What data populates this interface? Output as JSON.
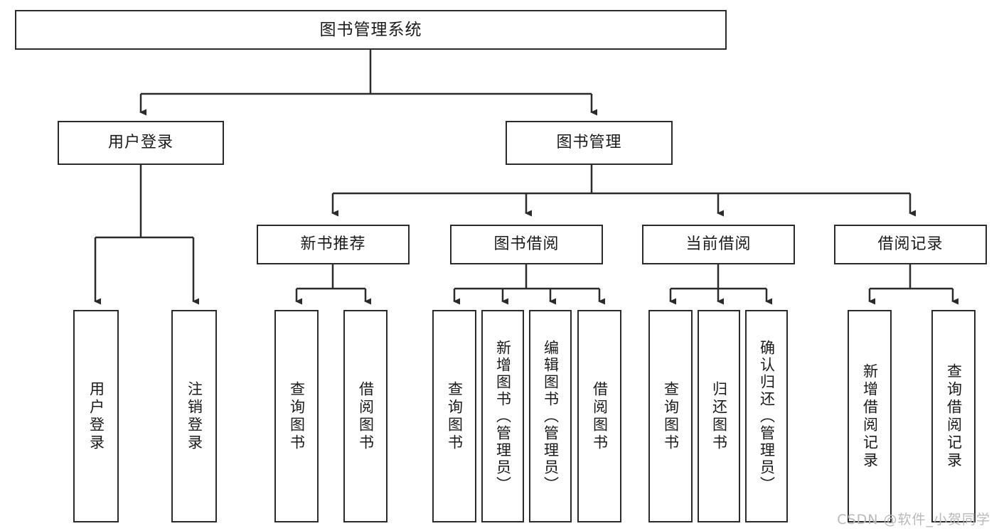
{
  "diagram": {
    "title": "图书管理系统",
    "type": "tree",
    "watermark": "CSDN @软件_小贺同学",
    "colors": {
      "border": "#2b2b2b",
      "background": "#ffffff",
      "text": "#1a1a1a",
      "edge": "#2b2b2b",
      "watermark": "#b9b9b9"
    }
  },
  "nodes": {
    "root": {
      "label": "图书管理系统"
    },
    "level2": [
      {
        "id": "user-login",
        "label": "用户登录"
      },
      {
        "id": "book-manage",
        "label": "图书管理"
      }
    ],
    "level3": [
      {
        "id": "new-book-rec",
        "label": "新书推荐"
      },
      {
        "id": "book-borrow",
        "label": "图书借阅"
      },
      {
        "id": "current-borrow",
        "label": "当前借阅"
      },
      {
        "id": "borrow-record",
        "label": "借阅记录"
      }
    ],
    "leaves": {
      "user_login": [
        {
          "id": "leaf-user-login",
          "label": "用户登录"
        },
        {
          "id": "leaf-logout-login",
          "label": "注销登录"
        }
      ],
      "new_book_rec": [
        {
          "id": "leaf-query-book-1",
          "label": "查询图书"
        },
        {
          "id": "leaf-borrow-book-1",
          "label": "借阅图书"
        }
      ],
      "book_borrow": [
        {
          "id": "leaf-query-book-2",
          "label": "查询图书"
        },
        {
          "id": "leaf-add-book",
          "label": "新增图书（管理员）"
        },
        {
          "id": "leaf-edit-book",
          "label": "编辑图书（管理员）"
        },
        {
          "id": "leaf-borrow-book-2",
          "label": "借阅图书"
        }
      ],
      "current_borrow": [
        {
          "id": "leaf-query-book-3",
          "label": "查询图书"
        },
        {
          "id": "leaf-return-book",
          "label": "归还图书"
        },
        {
          "id": "leaf-confirm-return",
          "label": "确认归还（管理员）"
        }
      ],
      "borrow_record": [
        {
          "id": "leaf-add-record",
          "label": "新增借阅记录"
        },
        {
          "id": "leaf-query-record",
          "label": "查询借阅记录"
        }
      ]
    }
  }
}
